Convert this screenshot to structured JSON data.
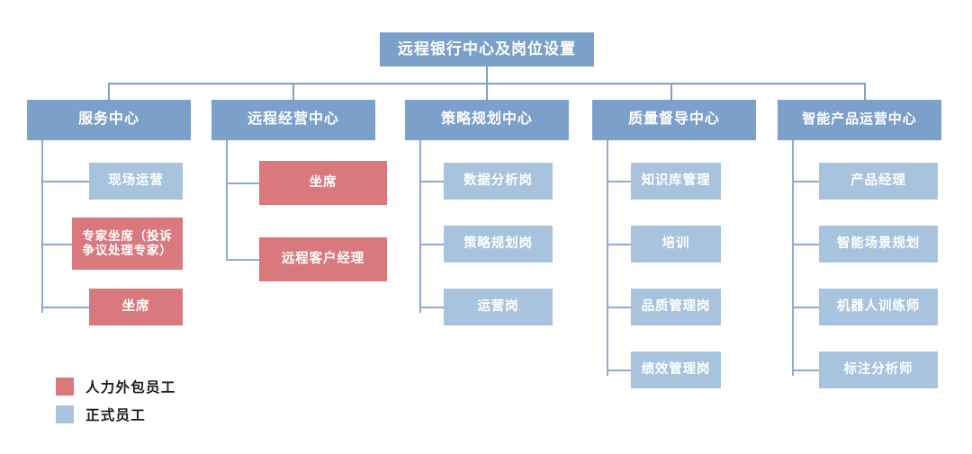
{
  "diagram": {
    "title": "远程银行中心及岗位设置",
    "type": "organization-chart",
    "colors": {
      "header_blue": "#7ba0ca",
      "leaf_blue": "#a8c3de",
      "leaf_red": "#d9797e",
      "connector": "#8fabd2",
      "background": "#ffffff"
    },
    "root": {
      "label": "远程银行中心及岗位设置",
      "staff_type": "formal"
    },
    "departments": [
      {
        "label": "服务中心",
        "staff_type": "formal",
        "children": [
          {
            "label": "现场运营",
            "staff_type": "formal"
          },
          {
            "label": "专家坐席（投诉\n争议处理专家）",
            "staff_type": "outsourced"
          },
          {
            "label": "坐席",
            "staff_type": "outsourced"
          }
        ]
      },
      {
        "label": "远程经营中心",
        "staff_type": "formal",
        "children": [
          {
            "label": "坐席",
            "staff_type": "outsourced"
          },
          {
            "label": "远程客户经理",
            "staff_type": "outsourced"
          }
        ]
      },
      {
        "label": "策略规划中心",
        "staff_type": "formal",
        "children": [
          {
            "label": "数据分析岗",
            "staff_type": "formal"
          },
          {
            "label": "策略规划岗",
            "staff_type": "formal"
          },
          {
            "label": "运营岗",
            "staff_type": "formal"
          }
        ]
      },
      {
        "label": "质量督导中心",
        "staff_type": "formal",
        "children": [
          {
            "label": "知识库管理",
            "staff_type": "formal"
          },
          {
            "label": "培训",
            "staff_type": "formal"
          },
          {
            "label": "品质管理岗",
            "staff_type": "formal"
          },
          {
            "label": "绩效管理岗",
            "staff_type": "formal"
          }
        ]
      },
      {
        "label": "智能产品运营中心",
        "staff_type": "formal",
        "children": [
          {
            "label": "产品经理",
            "staff_type": "formal"
          },
          {
            "label": "智能场景规划",
            "staff_type": "formal"
          },
          {
            "label": "机器人训练师",
            "staff_type": "formal"
          },
          {
            "label": "标注分析师",
            "staff_type": "formal"
          }
        ]
      }
    ],
    "legend": {
      "items": [
        {
          "label": "人力外包员工",
          "color": "#d9797e",
          "key": "outsourced"
        },
        {
          "label": "正式员工",
          "color": "#a8c3de",
          "key": "formal"
        }
      ]
    }
  }
}
